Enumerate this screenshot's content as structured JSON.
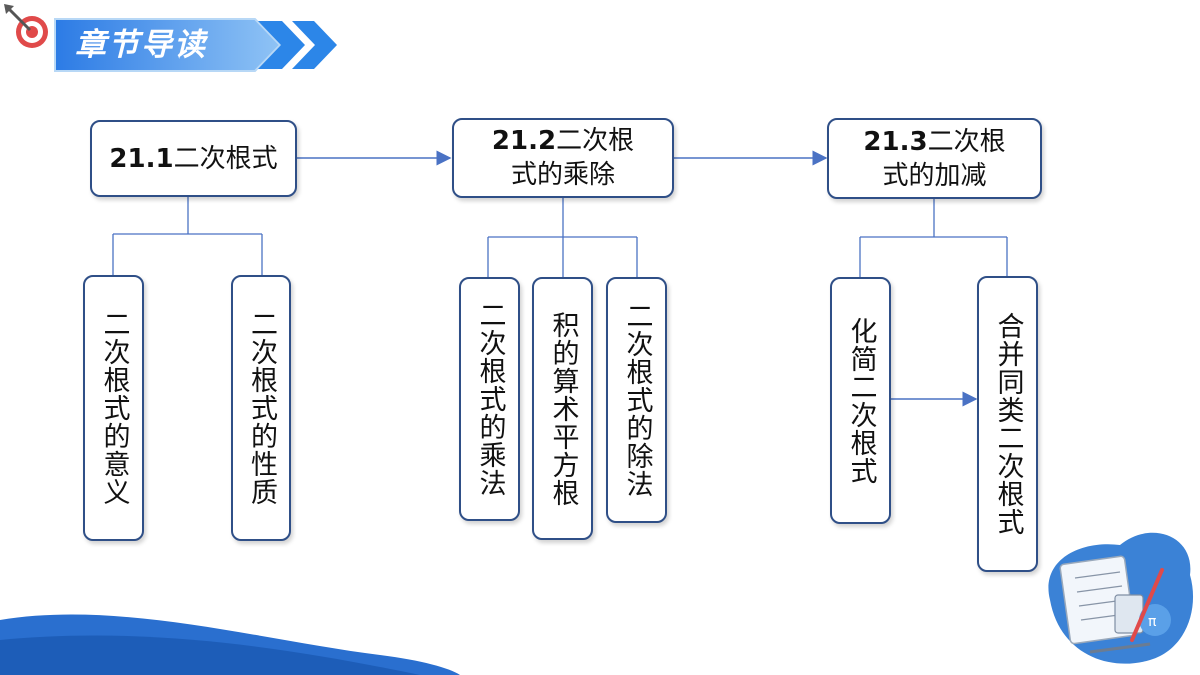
{
  "header": {
    "title": "章节导读",
    "icon": "dart-target-icon"
  },
  "sections": [
    {
      "number": "21.1",
      "title": "二次根式",
      "children": [
        "二次根式的意义",
        "二次根式的性质"
      ]
    },
    {
      "number": "21.2",
      "title": "二次根式的乘除",
      "children": [
        "二次根式的乘法",
        "积的算术平方根",
        "二次根式的除法"
      ]
    },
    {
      "number": "21.3",
      "title": "二次根式的加减",
      "children": [
        "化简二次根式",
        "合并同类二次根式"
      ]
    }
  ],
  "colors": {
    "accent": "#1f6fd8",
    "border": "#2f4f87",
    "line": "#4a72c4",
    "wave": "#1d5db8"
  }
}
